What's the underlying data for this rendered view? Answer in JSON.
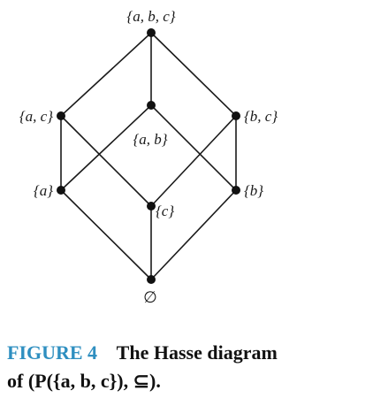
{
  "diagram": {
    "nodes": [
      {
        "id": "abc",
        "label": "{a, b, c}"
      },
      {
        "id": "ac",
        "label": "{a, c}"
      },
      {
        "id": "ab",
        "label": "{a, b}"
      },
      {
        "id": "bc",
        "label": "{b, c}"
      },
      {
        "id": "a",
        "label": "{a}"
      },
      {
        "id": "c",
        "label": "{c}"
      },
      {
        "id": "b",
        "label": "{b}"
      },
      {
        "id": "empty",
        "label": "∅"
      }
    ],
    "edges": [
      [
        "abc",
        "ac"
      ],
      [
        "abc",
        "ab"
      ],
      [
        "abc",
        "bc"
      ],
      [
        "ac",
        "a"
      ],
      [
        "ac",
        "c"
      ],
      [
        "ab",
        "a"
      ],
      [
        "ab",
        "b"
      ],
      [
        "bc",
        "c"
      ],
      [
        "bc",
        "b"
      ],
      [
        "a",
        "empty"
      ],
      [
        "c",
        "empty"
      ],
      [
        "b",
        "empty"
      ]
    ]
  },
  "caption": {
    "figure_number": "FIGURE 4",
    "line1": "The Hasse diagram",
    "line2": "of (P({a, b, c}), ⊆)."
  },
  "colors": {
    "figure_number": "#2f8fc0",
    "ink": "#111111"
  }
}
